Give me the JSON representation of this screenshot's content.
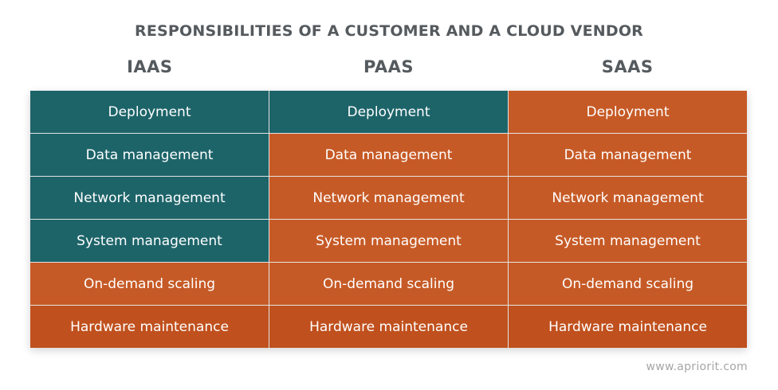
{
  "title": "RESPONSIBILITIES OF A CUSTOMER AND A CLOUD VENDOR",
  "columns": [
    "IAAS",
    "PAAS",
    "SAAS"
  ],
  "rows": [
    [
      "Deployment",
      "Deployment",
      "Deployment"
    ],
    [
      "Data management",
      "Data management",
      "Data management"
    ],
    [
      "Network management",
      "Network management",
      "Network management"
    ],
    [
      "System management",
      "System management",
      "System management"
    ],
    [
      "On-demand scaling",
      "On-demand scaling",
      "On-demand scaling"
    ],
    [
      "Hardware maintenance",
      "Hardware maintenance",
      "Hardware maintenance"
    ]
  ],
  "colors": {
    "customer": "#1d6469",
    "vendor": "#c65a26",
    "vendor_dark": "#c0501d"
  },
  "footer": "www.apriorit.com"
}
